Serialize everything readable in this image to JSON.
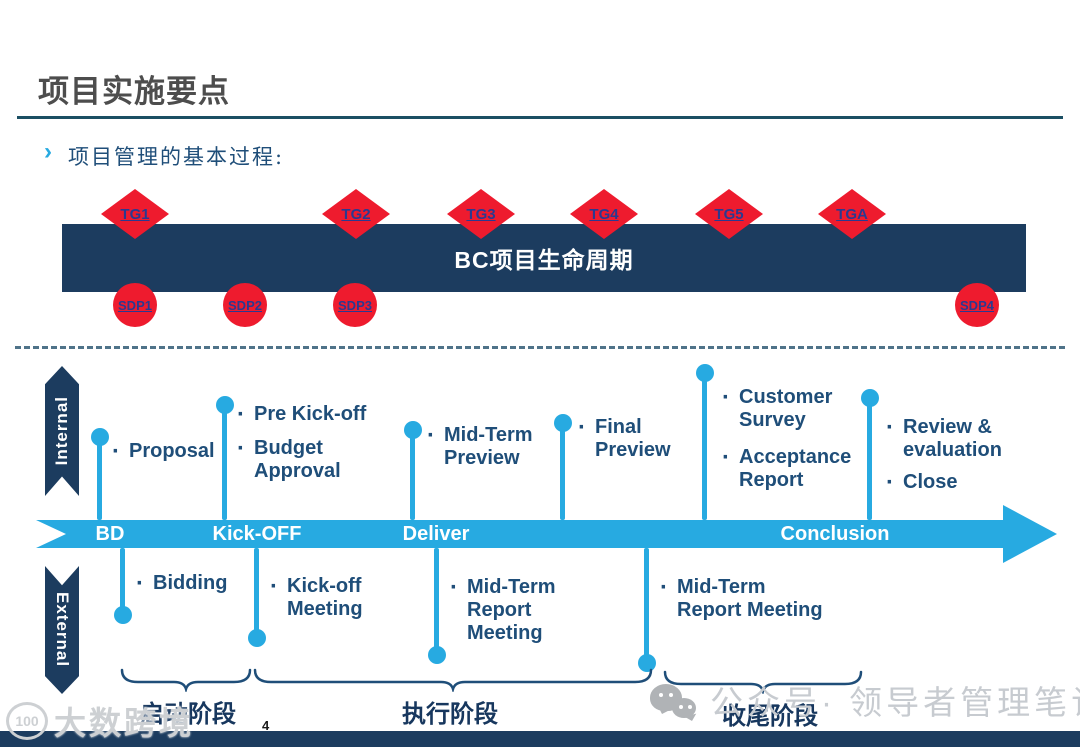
{
  "slide": {
    "title": "项目实施要点",
    "heading_marker": "›",
    "heading": "项目管理的基本过程:",
    "page_number": "4"
  },
  "lifecycle": {
    "banner": "BC项目生命周期",
    "tollgates": [
      "TG1",
      "TG2",
      "TG3",
      "TG4",
      "TG5",
      "TGA"
    ],
    "sdps": [
      "SDP1",
      "SDP2",
      "SDP3",
      "SDP4"
    ]
  },
  "timeline": {
    "lanes": {
      "internal": "Internal",
      "external": "External"
    },
    "axis": [
      "BD",
      "Kick-OFF",
      "Deliver",
      "Conclusion"
    ],
    "internal_items": {
      "proposal": "Proposal",
      "pre_kickoff": "Pre Kick-off",
      "budget_approval": "Budget\nApproval",
      "mid_term_preview": "Mid-Term\nPreview",
      "final_preview": "Final\nPreview",
      "customer_survey": "Customer\nSurvey",
      "acceptance_report": "Acceptance\nReport",
      "review_evaluation": "Review &\nevaluation",
      "close": "Close"
    },
    "external_items": {
      "bidding": "Bidding",
      "kickoff_meeting": "Kick-off\nMeeting",
      "midterm_report_meeting_1": "Mid-Term\nReport\nMeeting",
      "midterm_report_meeting_2": "Mid-Term\nReport Meeting"
    },
    "phases": [
      "启动阶段",
      "执行阶段",
      "收尾阶段"
    ]
  },
  "watermarks": {
    "brand_logo": "100",
    "brand": "大数跨境",
    "wechat": "公众号· 领导者管理笔记"
  },
  "colors": {
    "navy": "#1c3c5f",
    "red": "#ee1b2e",
    "cyan": "#27aae1",
    "item_text": "#1f4e79",
    "gate_label": "#2b3990"
  }
}
